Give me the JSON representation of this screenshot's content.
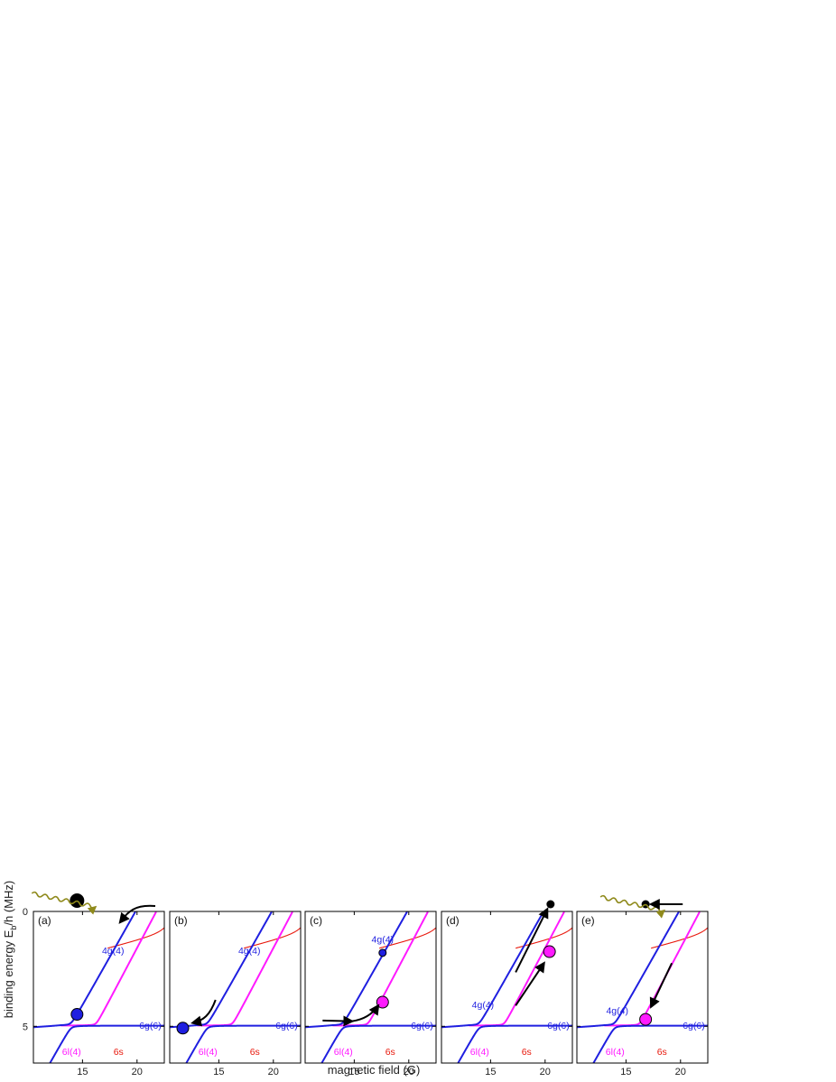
{
  "colors": {
    "state_4g4": "#1f1fe0",
    "state_6g6": "#1f1fe0",
    "state_6l4": "#ff1aff",
    "state_6s": "#e8180c",
    "atom": "#000000",
    "photon": "#8f8a1c",
    "arrow": "#000000"
  },
  "chart_data": {
    "type": "line",
    "xlabel": "magnetic field (G)",
    "ylabel": "binding energy E_b/h (MHz)",
    "xlim": [
      10.5,
      22.5
    ],
    "ylim": [
      6.6,
      0
    ],
    "x_ticks": [
      "15",
      "20"
    ],
    "y_ticks": [
      "0",
      "5"
    ],
    "series": [
      {
        "name": "4g(4)",
        "color": "#1f1fe0"
      },
      {
        "name": "6g(6)",
        "color": "#1f1fe0"
      },
      {
        "name": "6l(4)",
        "color": "#ff1aff"
      },
      {
        "name": "6s",
        "color": "#e8180c"
      }
    ],
    "panels": [
      {
        "label": "(a)",
        "markers": [
          {
            "state": "4g(4)",
            "x": 14.5,
            "y": 4.48
          }
        ],
        "free_atom": {
          "x": 14.5,
          "y": -0.35,
          "shown": true
        },
        "photon_icon": true,
        "arrows": [
          "curved from 22 G toward 4g(4) line"
        ]
      },
      {
        "label": "(b)",
        "markers": [
          {
            "state": "6g(6)",
            "x": 11.7,
            "y": 5.08
          }
        ],
        "free_atom": {
          "shown": false
        },
        "photon_icon": false,
        "arrows": [
          "curved along 6g(6) toward low field"
        ]
      },
      {
        "label": "(c)",
        "markers": [
          {
            "state": "4g(4)",
            "x": 17.6,
            "y": 1.8
          },
          {
            "state": "6l(4)",
            "x": 17.6,
            "y": 3.95
          }
        ],
        "free_atom": {
          "shown": false
        },
        "photon_icon": false,
        "arrows": [
          "along 6g(6) then up to 6l(4)"
        ]
      },
      {
        "label": "(d)",
        "markers": [
          {
            "state": "6l(4)",
            "x": 20.4,
            "y": 1.75
          }
        ],
        "free_atom": {
          "x": 20.5,
          "y": -0.3,
          "shown": true
        },
        "photon_icon": false,
        "arrows": [
          "up along 4g(4)",
          "up along 6l(4)"
        ]
      },
      {
        "label": "(e)",
        "markers": [
          {
            "state": "6l(4)",
            "x": 16.8,
            "y": 4.7
          }
        ],
        "free_atom": {
          "x": 16.8,
          "y": -0.25,
          "shown": true
        },
        "photon_icon": true,
        "arrows": [
          "straight toward free atom",
          "down along 6l(4)"
        ]
      }
    ]
  }
}
